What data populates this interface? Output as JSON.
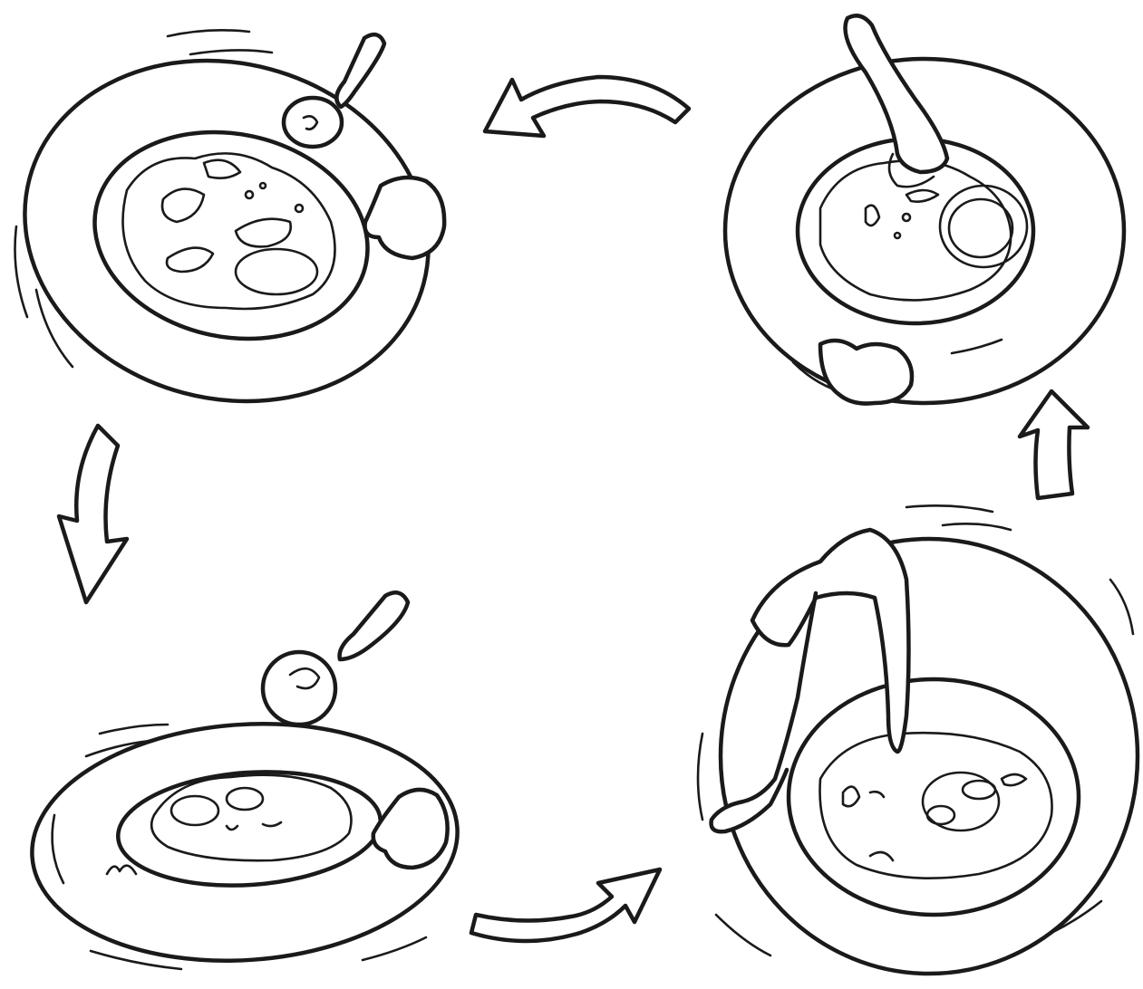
{
  "diagram": {
    "type": "cycle",
    "stroke_color": "#1a1a1a",
    "background": "#ffffff",
    "panels": [
      {
        "id": "plate-with-fork",
        "position": "top-left",
        "icon": "fork-icon"
      },
      {
        "id": "spoon-lifting-food",
        "position": "top-right",
        "icon": "spoon-icon"
      },
      {
        "id": "plate-with-spoon",
        "position": "bottom-left",
        "icon": "spoon-icon"
      },
      {
        "id": "hand-scooping",
        "position": "bottom-right",
        "icon": "hand-icon"
      }
    ],
    "arrows": [
      {
        "from": "top-right",
        "to": "top-left",
        "direction": "left"
      },
      {
        "from": "top-left",
        "to": "bottom-left",
        "direction": "down"
      },
      {
        "from": "bottom-left",
        "to": "bottom-right",
        "direction": "right"
      },
      {
        "from": "bottom-right",
        "to": "top-right",
        "direction": "up"
      }
    ]
  }
}
